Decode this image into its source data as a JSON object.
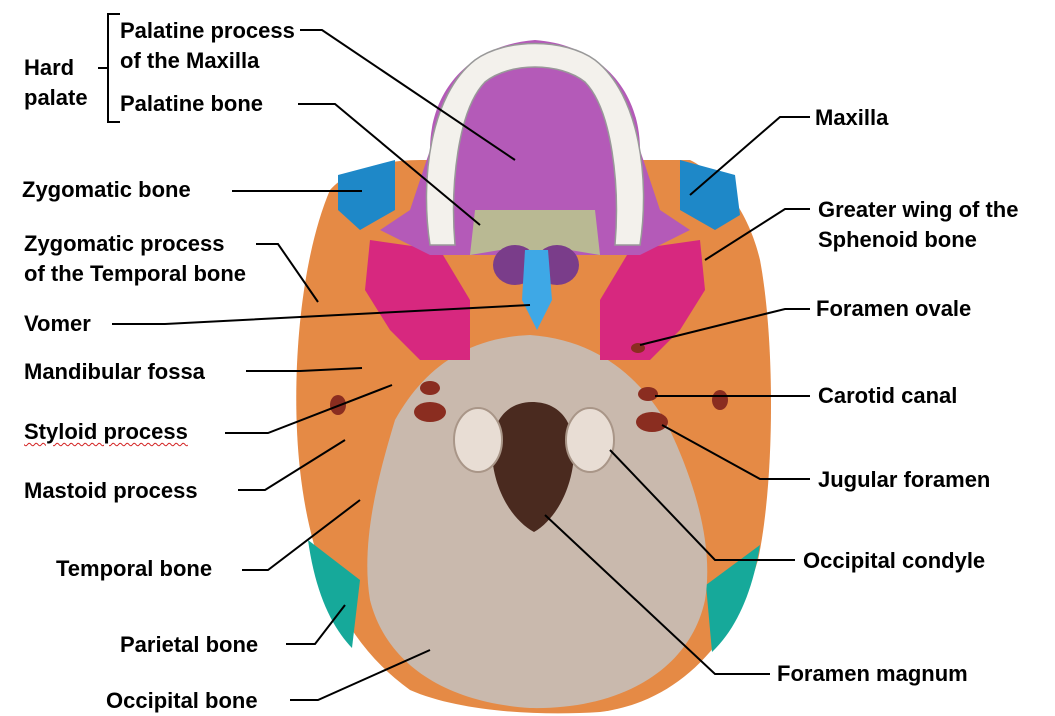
{
  "diagram": {
    "colors": {
      "maxilla": "#b45ab8",
      "palatine": "#b9b993",
      "sphenoid": "#d7287f",
      "vomer": "#3ea8e6",
      "zygomatic": "#1e88c8",
      "temporal": "#e58a45",
      "occipital": "#c9b9ad",
      "parietal": "#16a99a",
      "foramen": "#8a2d20",
      "teeth": "#f3f1ec",
      "leader": "#000000",
      "spell_underline": "#d22020"
    }
  },
  "labels": {
    "hard_palate": "Hard\npalate",
    "palatine_process": "Palatine process\nof the Maxilla",
    "palatine_bone": "Palatine bone",
    "zygomatic_bone": "Zygomatic bone",
    "zygomatic_process": "Zygomatic process\nof the Temporal bone",
    "vomer": "Vomer",
    "mandibular_fossa": "Mandibular fossa",
    "styloid_process": "Styloid process",
    "mastoid_process": "Mastoid process",
    "temporal_bone": "Temporal bone",
    "parietal_bone": "Parietal bone",
    "occipital_bone": "Occipital bone",
    "maxilla": "Maxilla",
    "greater_wing": "Greater wing of the\nSphenoid bone",
    "foramen_ovale": "Foramen ovale",
    "carotid_canal": "Carotid canal",
    "jugular_foramen": "Jugular foramen",
    "occipital_condyle": "Occipital condyle",
    "foramen_magnum": "Foramen magnum"
  }
}
